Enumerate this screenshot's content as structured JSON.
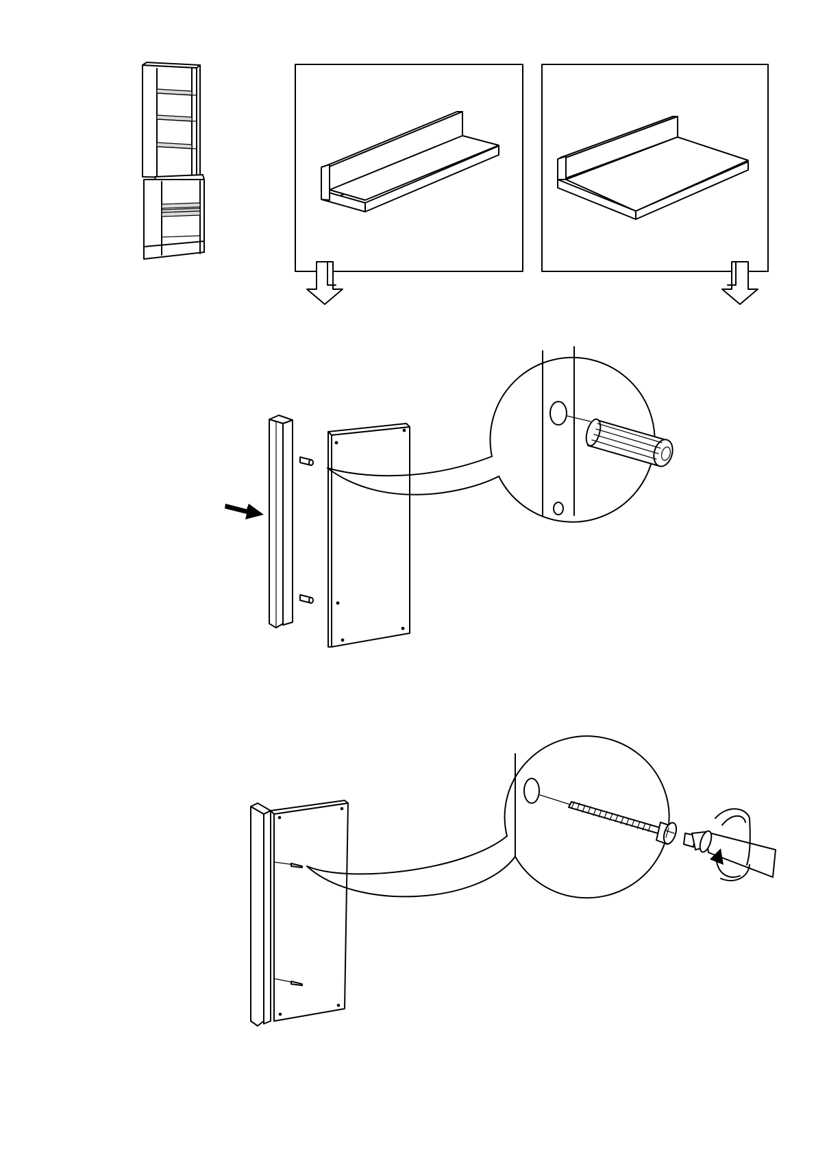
{
  "document": {
    "type": "assembly-instruction-page",
    "text": []
  },
  "panels": [
    {
      "part": "shelf-with-low-back-rim",
      "arrow": "down"
    },
    {
      "part": "shelf-with-short-back-rim",
      "arrow": "down"
    }
  ],
  "steps": [
    {
      "action": "insert-wooden-dowels",
      "fastener": "wooden-dowel",
      "count": 2,
      "direction_icon": "push-arrow"
    },
    {
      "action": "drive-screws",
      "fastener": "wood-screw",
      "count": 2,
      "tool": "phillips-screwdriver",
      "rotation": "clockwise"
    }
  ],
  "colors": {
    "line": "#000000",
    "background": "#ffffff",
    "shade": "#d9d9d9"
  }
}
